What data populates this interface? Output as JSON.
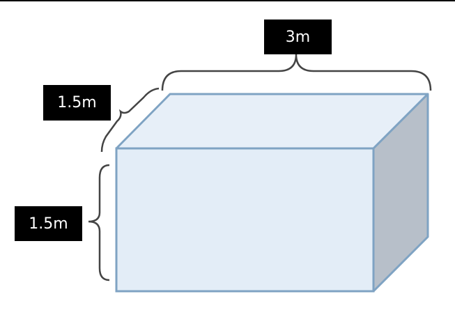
{
  "labels": {
    "length": "3m",
    "depth": "1.5m",
    "height": "1.5m"
  },
  "colors": {
    "front_face": "#e3edf7",
    "top_face": "#e7eff8",
    "side_face": "#b7bfc9",
    "edge": "#7fa3c3",
    "brace": "#444444",
    "label_bg": "#000000",
    "label_text": "#ffffff"
  }
}
